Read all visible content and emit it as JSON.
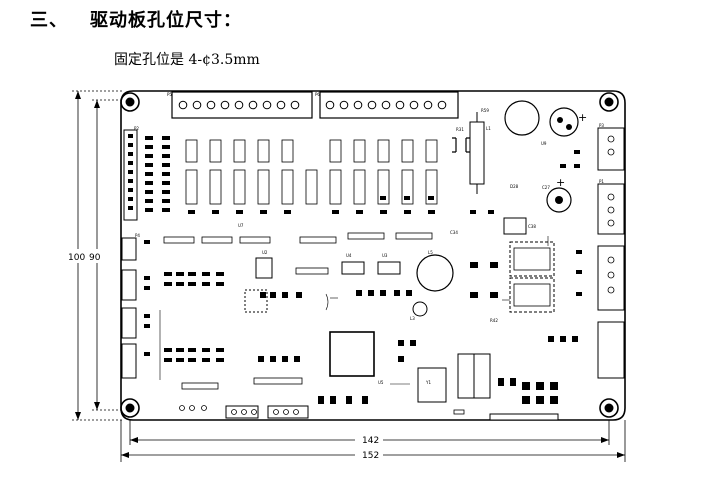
{
  "heading": {
    "number": "三、",
    "title": "驱动板孔位尺寸："
  },
  "note": "固定孔位是 4-¢3.5mm",
  "dimensions": {
    "inner_width": "142",
    "outer_width": "152",
    "outer_height": "100",
    "inner_height": "90"
  },
  "header_labels": {
    "p5": "P5",
    "p6": "P6",
    "p1": "P1",
    "p2": "P2",
    "p3": "P3",
    "p4": "P4"
  },
  "part_labels": {
    "l1": "L1",
    "r59": "R59",
    "r31": "R31",
    "u9": "U9",
    "c27": "C27",
    "d28": "D28",
    "u5": "U5",
    "u4": "U4",
    "u3": "U3",
    "u2": "U2",
    "u7": "U7",
    "y1": "Y1",
    "c38": "C38",
    "c34": "C34",
    "c33": "C33",
    "l3": "L3",
    "l5": "L5",
    "r42": "R42"
  }
}
